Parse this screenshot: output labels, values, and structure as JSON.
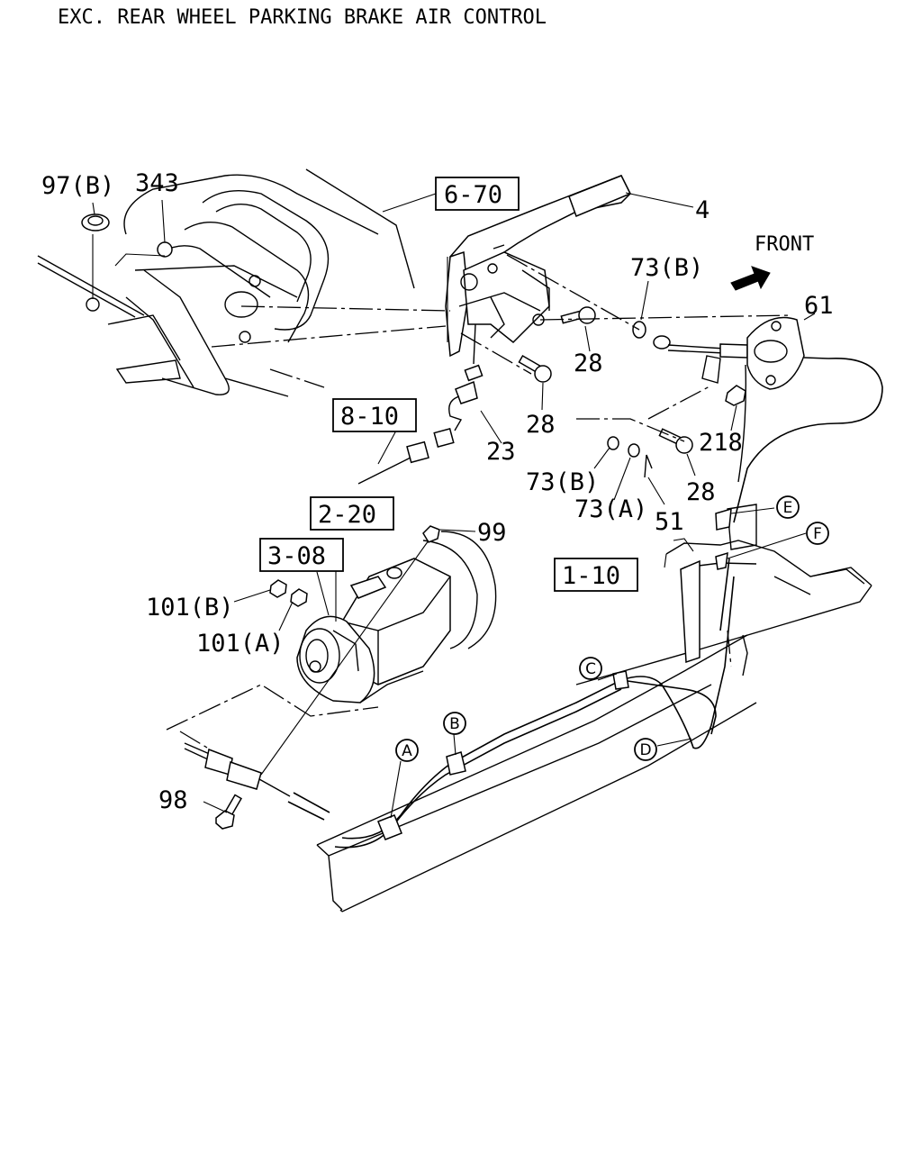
{
  "title": "EXC. REAR WHEEL PARKING BRAKE AIR CONTROL",
  "front_label": "FRONT",
  "boxed_refs": {
    "r670": "6-70",
    "r810": "8-10",
    "r220": "2-20",
    "r308": "3-08",
    "r110": "1-10"
  },
  "callouts": {
    "c97b": "97(B)",
    "c343": "343",
    "c4": "4",
    "c73b_top": "73(B)",
    "c61": "61",
    "c28_a": "28",
    "c28_b": "28",
    "c28_c": "28",
    "c23": "23",
    "c218": "218",
    "c73b_low": "73(B)",
    "c73a": "73(A)",
    "c51": "51",
    "c99": "99",
    "c101b": "101(B)",
    "c101a": "101(A)",
    "c98": "98"
  },
  "circled": {
    "A": "A",
    "B": "B",
    "C": "C",
    "D": "D",
    "E": "E",
    "F": "F"
  },
  "icons": {
    "front_arrow": "front-arrow-icon"
  }
}
